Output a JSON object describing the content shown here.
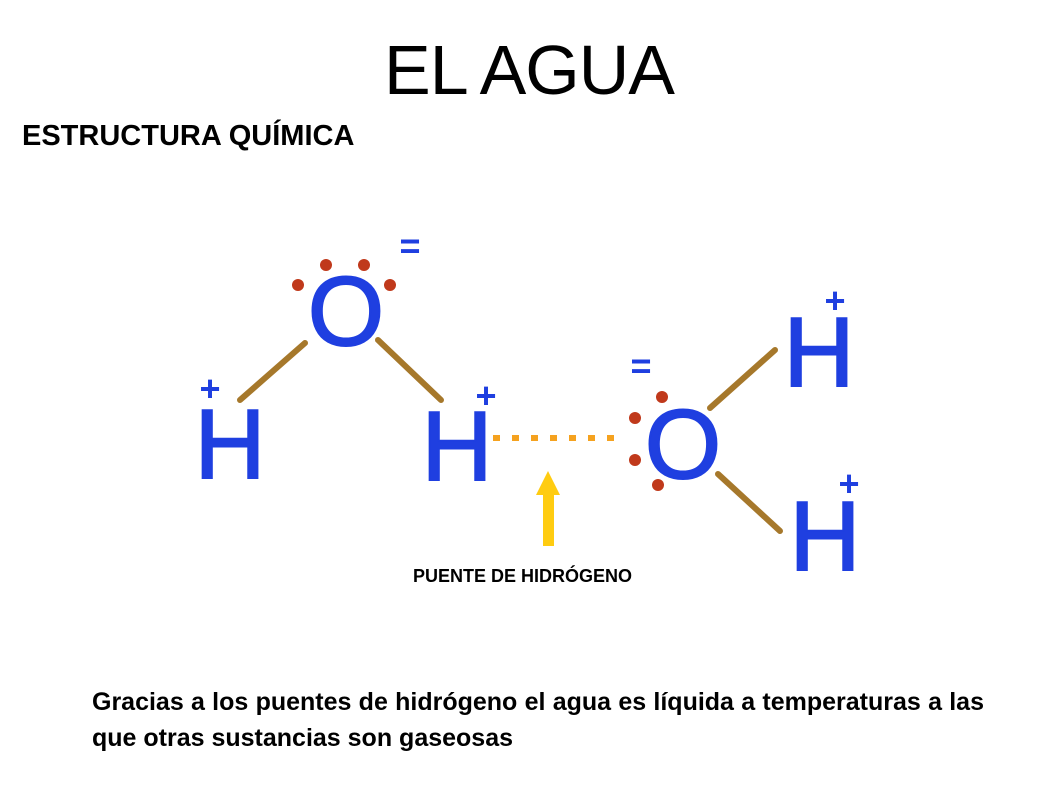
{
  "title": "EL AGUA",
  "subtitle": "ESTRUCTURA QUÍMICA",
  "diagram": {
    "atoms": {
      "o1": "O",
      "h1": "H",
      "h2": "H",
      "o2": "O",
      "h3": "H",
      "h4": "H"
    },
    "charges": {
      "o1": "=",
      "h1": "+",
      "h2": "+",
      "o2": "=",
      "h3": "+",
      "h4": "+"
    },
    "hydrogen_bond_label": "PUENTE DE HIDRÓGENO"
  },
  "caption": "Gracias a los puentes de hidrógeno el agua es líquida a temperaturas a las que otras sustancias son gaseosas",
  "colors": {
    "atom": "#1f3fe0",
    "bond": "#a6782b",
    "lone_pair": "#c0391b",
    "hydrogen_bond": "#f5a21f",
    "arrow": "#ffcc11"
  }
}
